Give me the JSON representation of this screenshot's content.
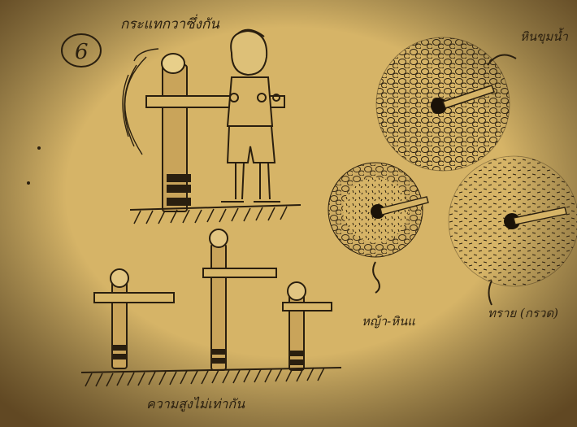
{
  "photo": {
    "kind": "sketchbook page",
    "paper_color": "#d9b86a",
    "ink_color": "#2a1f0f",
    "vignette_color": "#4a3314"
  },
  "labels": {
    "number": "6",
    "title": "กระแทกวาซึ่งกัน",
    "top_right": "หินขุมน้ำ",
    "grass_sand": "หญ้า-หินแ",
    "sand_gravel": "ทราย (กรวด)",
    "bottom": "ความสูงไม่เท่ากัน"
  }
}
